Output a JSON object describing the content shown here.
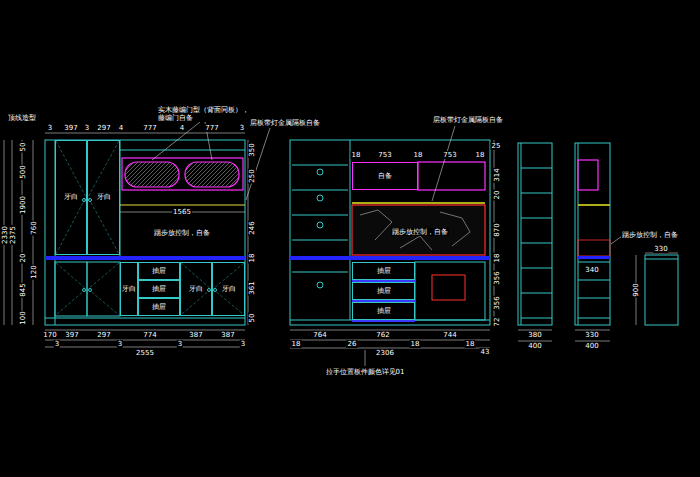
{
  "diagram": {
    "nodes": [
      {
        "text": [
          "牙白"
        ]
      },
      {
        "text": [
          "牙白"
        ]
      },
      {
        "text": [
          "牙白"
        ]
      },
      {
        "text": [
          "抽屉"
        ]
      },
      {
        "text": [
          "抽屉"
        ]
      },
      {
        "text": [
          "抽屉"
        ]
      },
      {
        "text": [
          "牙白"
        ]
      },
      {
        "text": [
          "牙白"
        ]
      },
      {
        "text": [
          "自备"
        ]
      },
      {
        "text": [
          "抽屉"
        ]
      },
      {
        "text": [
          "抽屉"
        ]
      },
      {
        "text": [
          "抽屉"
        ]
      }
    ],
    "labels": [
      "顶线造型",
      "实木藤编门型（背面同板），藤编门自备",
      "层板带灯金属隔板自备",
      "3",
      "397",
      "3",
      "297",
      "4",
      "777",
      "4",
      "777",
      "3",
      "1565",
      "踢步放控制，自备",
      "170",
      "397",
      "297",
      "774",
      "387",
      "387",
      "3",
      "3",
      "3",
      "3",
      "2555",
      "2330",
      "2375",
      "50",
      "500",
      "1900",
      "20",
      "845",
      "100",
      "760",
      "120",
      "350",
      "250",
      "246",
      "18",
      "361",
      "50",
      "18",
      "753",
      "18",
      "753",
      "18",
      "25",
      "层板带灯金属隔板自备",
      "踢步放控制，自备",
      "764",
      "762",
      "744",
      "18",
      "26",
      "18",
      "18",
      "43",
      "2306",
      "拉手位置板件颜色详见01",
      "314",
      "20",
      "870",
      "18",
      "356",
      "356",
      "72",
      "380",
      "400",
      "340",
      "330",
      "400",
      "330",
      "900",
      "踢步放控制，自备"
    ]
  }
}
